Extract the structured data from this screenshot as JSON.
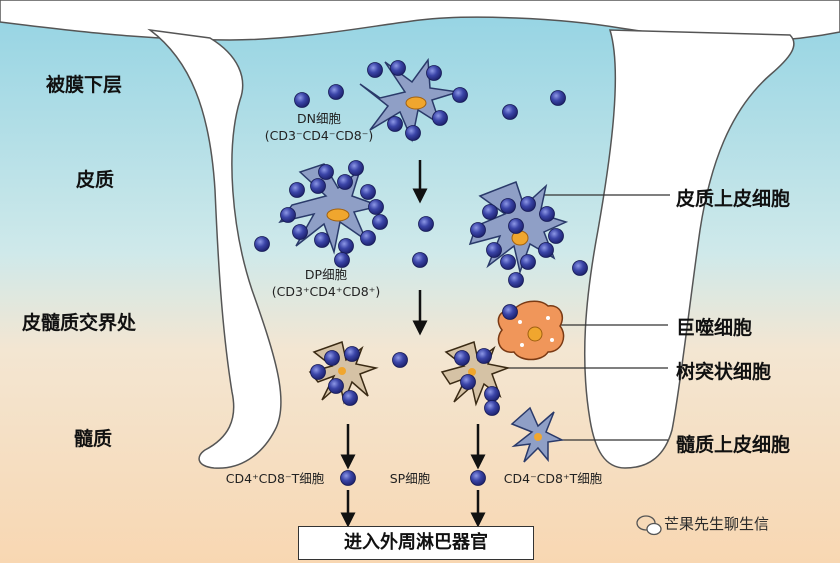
{
  "zones": {
    "subcapsular": "被膜下层",
    "cortex": "皮质",
    "corticomedullary": "皮髓质交界处",
    "medulla": "髓质"
  },
  "cell_labels": {
    "dn_title": "DN细胞",
    "dn_phenotype": "(CD3⁻CD4⁻CD8⁻)",
    "dp_title": "DP细胞",
    "dp_phenotype": "(CD3⁺CD4⁺CD8⁺)",
    "cd4_sp": "CD4⁺CD8⁻T细胞",
    "sp": "SP细胞",
    "cd8_sp": "CD4⁻CD8⁺T细胞"
  },
  "right_labels": {
    "cortical_epithelial": "皮质上皮细胞",
    "macrophage": "巨噬细胞",
    "dendritic": "树突状细胞",
    "medullary_epithelial": "髓质上皮细胞"
  },
  "destination": "进入外周淋巴器官",
  "watermark": "芒果先生聊生信",
  "colors": {
    "cortex_top": "#93d3e3",
    "medulla_bottom": "#f8d7b2",
    "thymocyte": "#3b45a8",
    "epithelial": "#8f9fc6",
    "nucleus": "#f0a62e",
    "macrophage": "#f0965a",
    "dendritic": "#d5c2a5"
  }
}
